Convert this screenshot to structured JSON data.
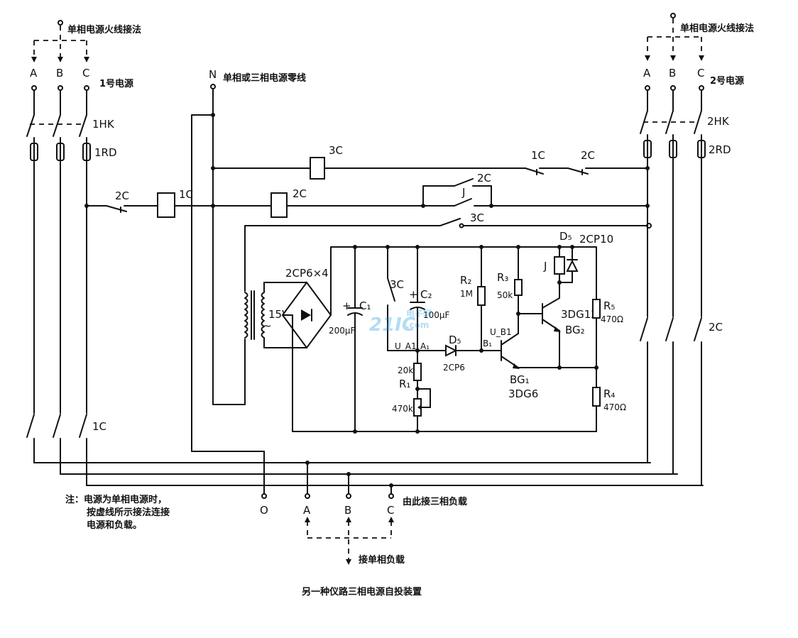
{
  "caption": "另一种仪路三相电源自投装置",
  "notes": {
    "left_live": "单相电源火线接法",
    "right_live": "单相电源火线接法",
    "neutral": "单相或三相电源零线",
    "three_phase_load": "由此接三相负载",
    "single_phase_load": "接单相负载",
    "note_line1": "注：电源为单相电源时，",
    "note_line2": "按虚线所示接法连接",
    "note_line3": "电源和负载。"
  },
  "sources": {
    "source1": "1号电源",
    "source2": "2号电源"
  },
  "phases": {
    "a": "A",
    "b": "B",
    "c": "C",
    "n": "N",
    "o": "O"
  },
  "parts": {
    "hk1": "1HK",
    "hk2": "2HK",
    "rd1": "1RD",
    "rd2": "2RD",
    "c1": "1C",
    "c2": "2C",
    "c3": "3C",
    "j": "J",
    "c1_switch": "1C",
    "c2_switch": "2C",
    "bridge": "2CP6×4",
    "volt": "15V",
    "c1_cap": "C₁",
    "c1_val": "200μF",
    "c2_cap": "C₂",
    "c2_val": "100μF",
    "c3_contact": "3C",
    "r1": "R₁",
    "r1_val": "20k",
    "rp_val": "470k",
    "r2": "R₂",
    "r2_val": "1M",
    "r3": "R₃",
    "r3_val": "50k",
    "r4": "R₄",
    "r4_val": "470Ω",
    "r5": "R₅",
    "r5_val": "470Ω",
    "d5": "D₅",
    "d5_val": "2CP6",
    "d5_top": "D₅",
    "d5_top_val": "2CP10",
    "bg1": "BG₁",
    "bg1_val": "3DG6",
    "bg2": "BG₂",
    "bg2_val": "3DG12",
    "ua1": "U_A1",
    "a1": "A₁",
    "ub1": "U_B1",
    "b1": "B₁",
    "j_coil": "J"
  },
  "watermark": {
    "text1": "21IC",
    "text2": "电子网",
    "text3": ".com"
  }
}
